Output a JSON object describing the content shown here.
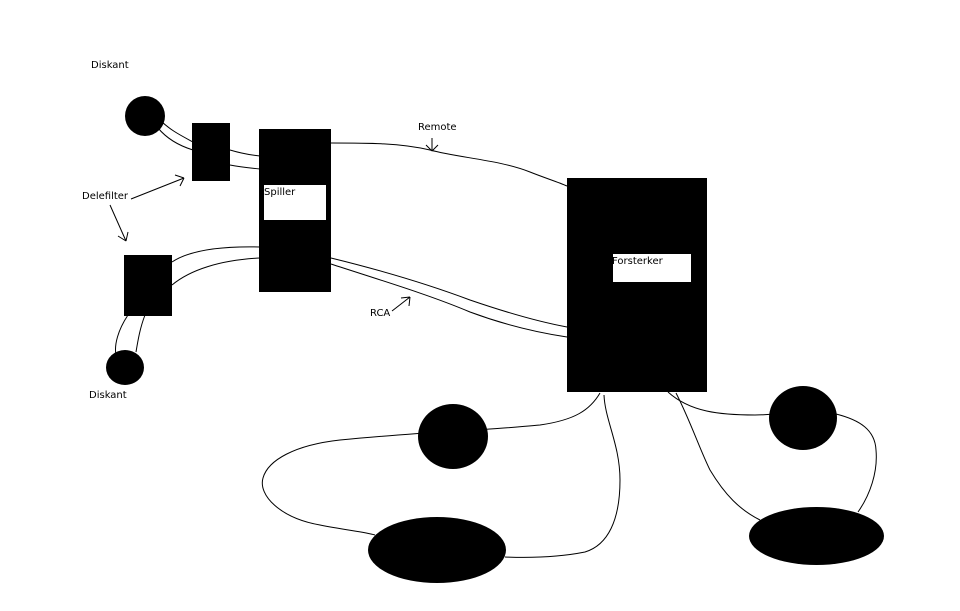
{
  "labels": {
    "diskant_top": "Diskant",
    "diskant_bottom": "Diskant",
    "delefilter": "Delefilter",
    "spiller": "Spiller",
    "remote": "Remote",
    "rca": "RCA",
    "forsterker": "Forsterker"
  },
  "colors": {
    "background": "#ffffff",
    "ink": "#000000"
  }
}
